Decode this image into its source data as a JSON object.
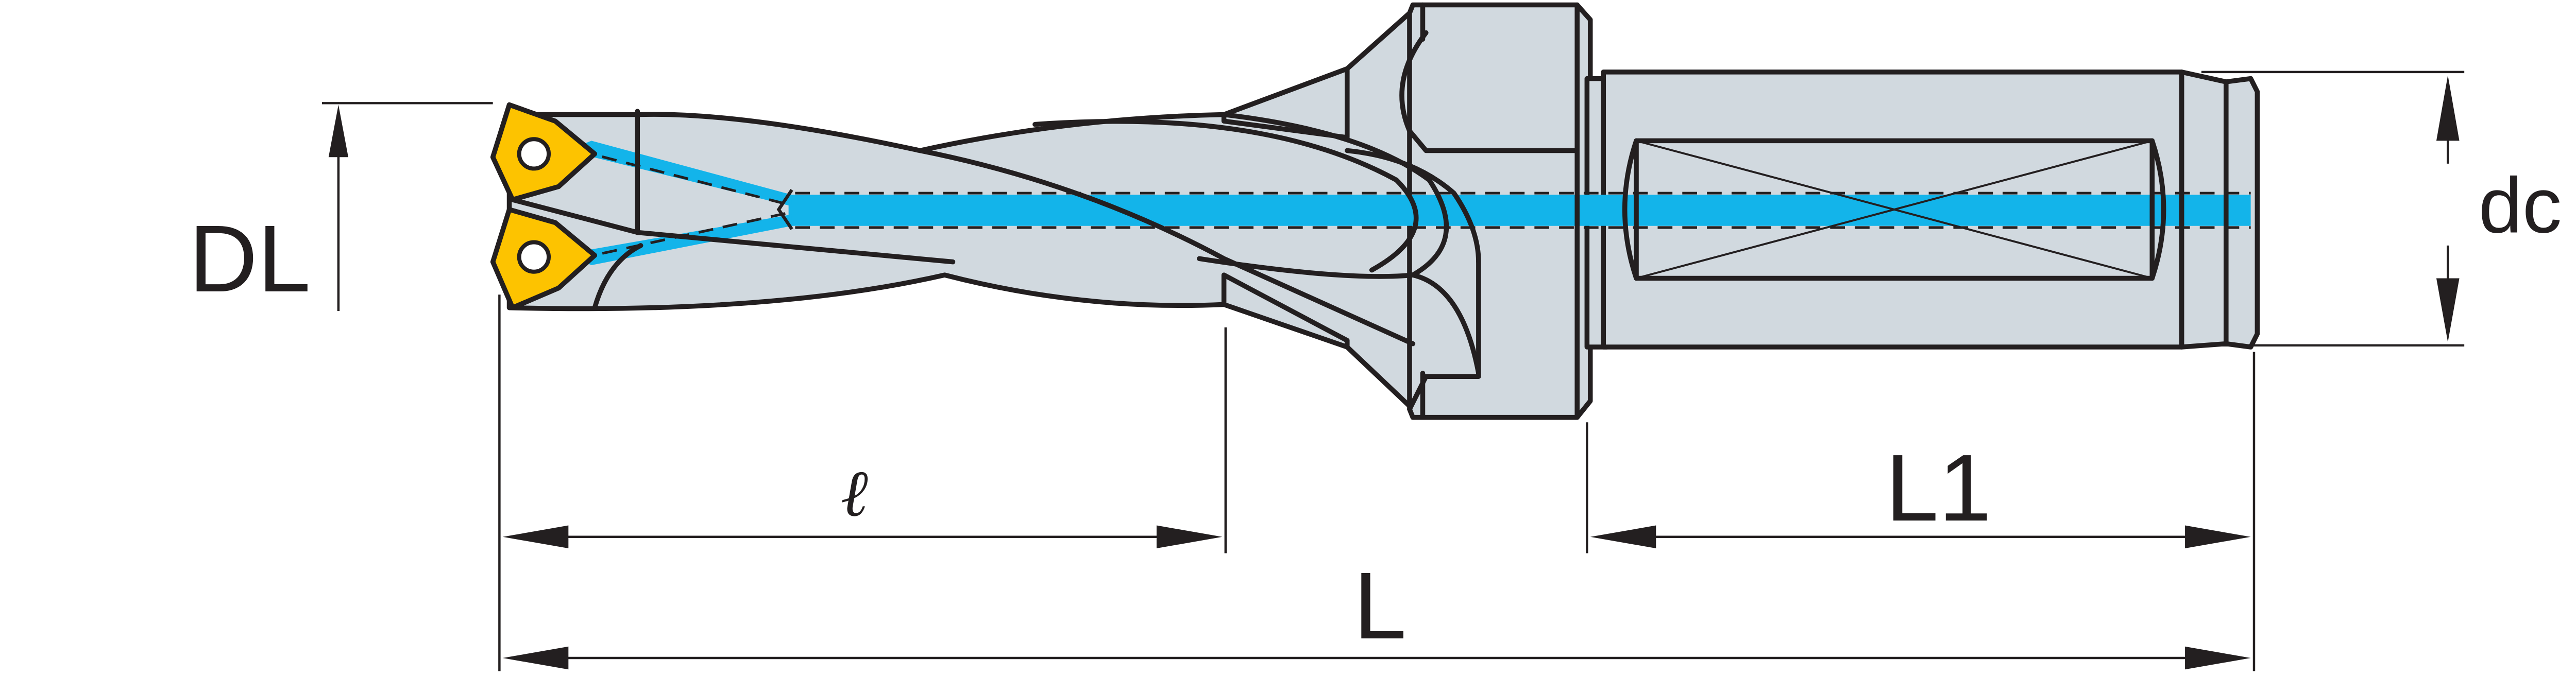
{
  "labels": {
    "dl": "DL",
    "ell": "ℓ",
    "l1": "L1",
    "l": "L",
    "dc": "dc"
  },
  "colors": {
    "body": "#d1d9df",
    "outline": "#231f20",
    "coolant": "#13b4ea",
    "insert": "#fdc300",
    "background": "#ffffff"
  },
  "icons": {
    "insert": "indexable-insert-icon",
    "coolant": "coolant-channel-icon"
  }
}
